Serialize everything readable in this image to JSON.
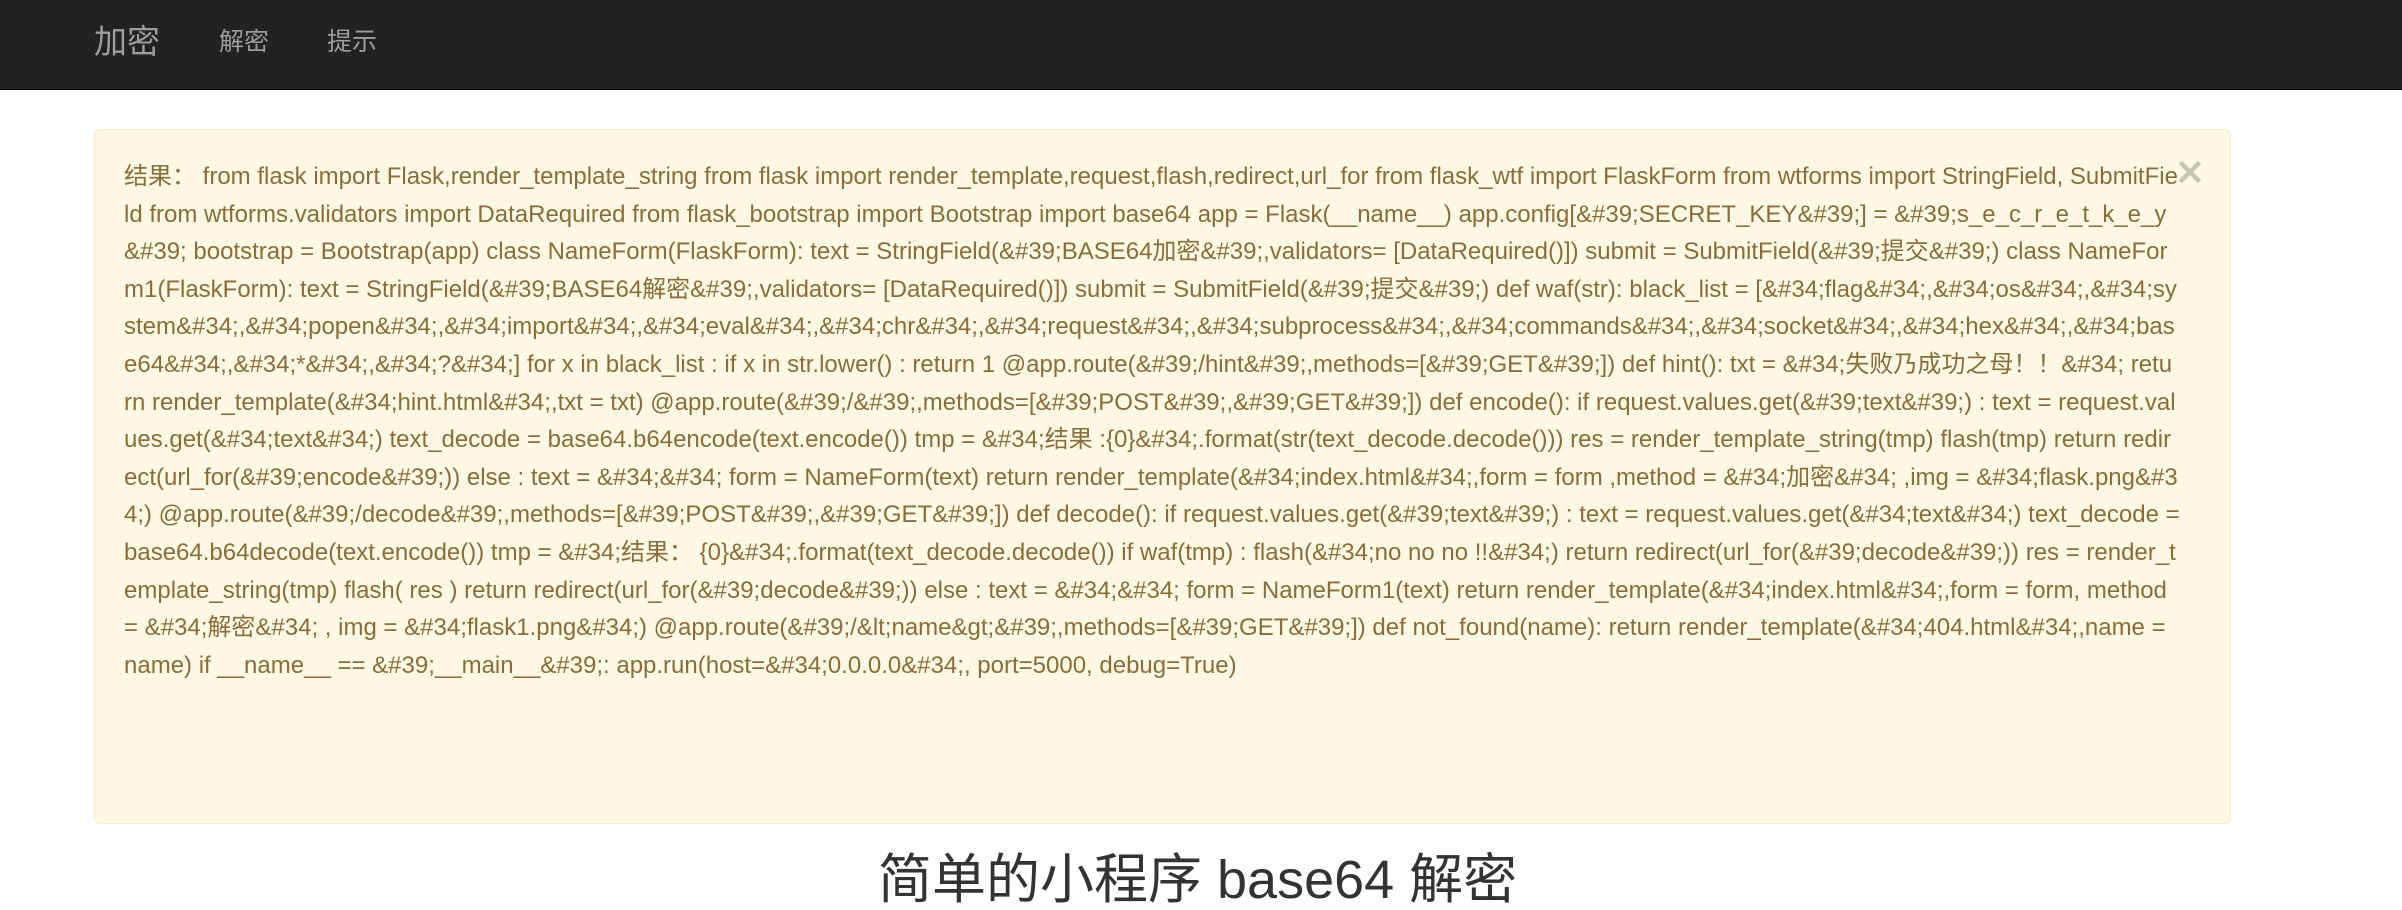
{
  "navbar": {
    "brand": "加密",
    "links": [
      "解密",
      "提示"
    ]
  },
  "alert": {
    "text": "结果： from flask import Flask,render_template_string from flask import render_template,request,flash,redirect,url_for from flask_wtf import FlaskForm from wtforms import StringField, SubmitField from wtforms.validators import DataRequired from flask_bootstrap import Bootstrap import base64 app = Flask(__name__) app.config[&#39;SECRET_KEY&#39;] = &#39;s_e_c_r_e_t_k_e_y&#39; bootstrap = Bootstrap(app) class NameForm(FlaskForm): text = StringField(&#39;BASE64加密&#39;,validators= [DataRequired()]) submit = SubmitField(&#39;提交&#39;) class NameForm1(FlaskForm): text = StringField(&#39;BASE64解密&#39;,validators= [DataRequired()]) submit = SubmitField(&#39;提交&#39;) def waf(str): black_list = [&#34;flag&#34;,&#34;os&#34;,&#34;system&#34;,&#34;popen&#34;,&#34;import&#34;,&#34;eval&#34;,&#34;chr&#34;,&#34;request&#34;,&#34;subprocess&#34;,&#34;commands&#34;,&#34;socket&#34;,&#34;hex&#34;,&#34;base64&#34;,&#34;*&#34;,&#34;?&#34;] for x in black_list : if x in str.lower() : return 1 @app.route(&#39;/hint&#39;,methods=[&#39;GET&#39;]) def hint(): txt = &#34;失败乃成功之母！！&#34; return render_template(&#34;hint.html&#34;,txt = txt) @app.route(&#39;/&#39;,methods=[&#39;POST&#39;,&#39;GET&#39;]) def encode(): if request.values.get(&#39;text&#39;) : text = request.values.get(&#34;text&#34;) text_decode = base64.b64encode(text.encode()) tmp = &#34;结果 :{0}&#34;.format(str(text_decode.decode())) res = render_template_string(tmp) flash(tmp) return redirect(url_for(&#39;encode&#39;)) else : text = &#34;&#34; form = NameForm(text) return render_template(&#34;index.html&#34;,form = form ,method = &#34;加密&#34; ,img = &#34;flask.png&#34;) @app.route(&#39;/decode&#39;,methods=[&#39;POST&#39;,&#39;GET&#39;]) def decode(): if request.values.get(&#39;text&#39;) : text = request.values.get(&#34;text&#34;) text_decode = base64.b64decode(text.encode()) tmp = &#34;结果： {0}&#34;.format(text_decode.decode()) if waf(tmp) : flash(&#34;no no no !!&#34;) return redirect(url_for(&#39;decode&#39;)) res = render_template_string(tmp) flash( res ) return redirect(url_for(&#39;decode&#39;)) else : text = &#34;&#34; form = NameForm1(text) return render_template(&#34;index.html&#34;,form = form, method = &#34;解密&#34; , img = &#34;flask1.png&#34;) @app.route(&#39;/&lt;name&gt;&#39;,methods=[&#39;GET&#39;]) def not_found(name): return render_template(&#34;404.html&#34;,name = name) if __name__ == &#39;__main__&#39;: app.run(host=&#34;0.0.0.0&#34;, port=5000, debug=True)",
    "close_label": "×"
  },
  "page": {
    "heading": "简单的小程序 base64 解密"
  }
}
